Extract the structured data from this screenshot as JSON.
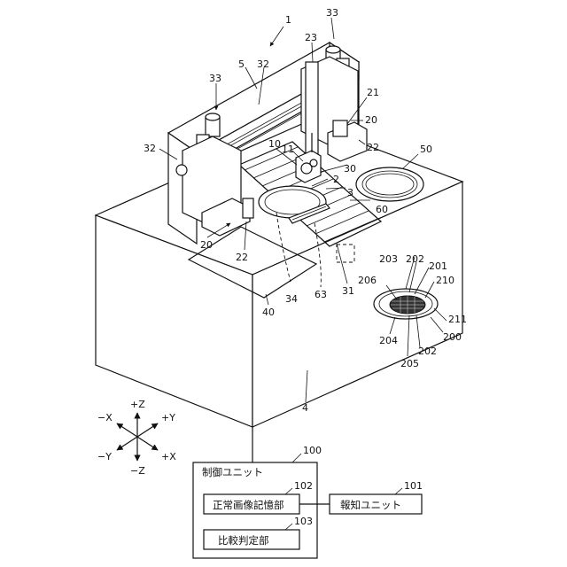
{
  "labels": {
    "l1": "1",
    "l33a": "33",
    "l23": "23",
    "l5": "5",
    "l32a": "32",
    "l33b": "33",
    "l21": "21",
    "l20a": "20",
    "l22a": "22",
    "l32b": "32",
    "l10": "10",
    "l11": "11",
    "l30": "30",
    "l2": "2",
    "l3": "3",
    "l50": "50",
    "l60": "60",
    "l20b": "20",
    "l22b": "22",
    "l34": "34",
    "l63": "63",
    "l31": "31",
    "l40": "40",
    "l203": "203",
    "l202a": "202",
    "l201": "201",
    "l206": "206",
    "l210": "210",
    "l211": "211",
    "l204": "204",
    "l200": "200",
    "l205": "205",
    "l202b": "202",
    "l4": "4",
    "l100": "100",
    "l101": "101",
    "l102": "102",
    "l103": "103"
  },
  "axes": {
    "pz": "+Z",
    "mz": "−Z",
    "px": "+X",
    "mx": "−X",
    "py": "+Y",
    "my": "−Y"
  },
  "blocks": {
    "control_unit": "制御ユニット",
    "image_memory": "正常画像記憶部",
    "compare": "比較判定部",
    "notify": "報知ユニット"
  }
}
